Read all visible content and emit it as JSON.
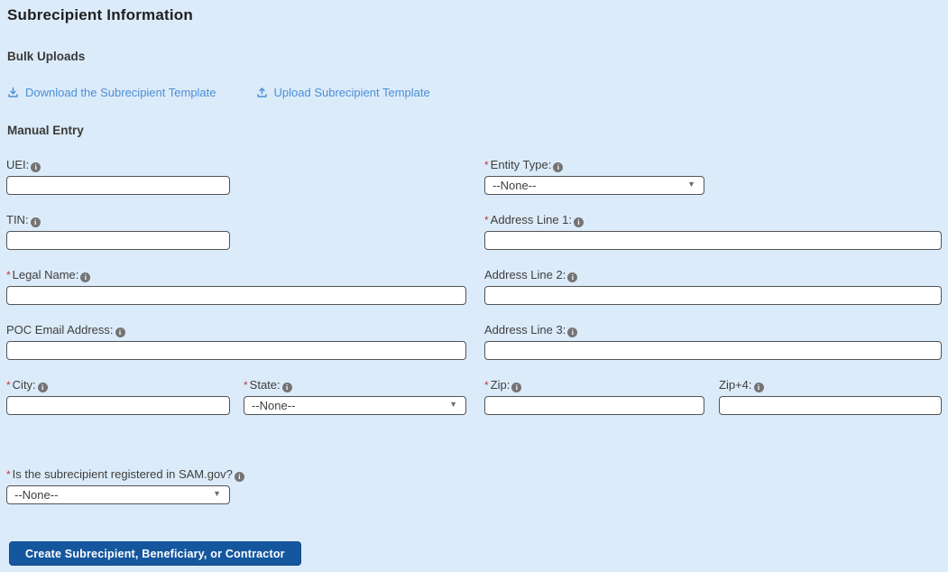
{
  "page": {
    "title": "Subrecipient Information",
    "background_color": "#dcebfa"
  },
  "bulk_uploads": {
    "heading": "Bulk Uploads",
    "links": [
      {
        "label": "Download the Subrecipient Template",
        "icon": "download-icon"
      },
      {
        "label": "Upload Subrecipient Template",
        "icon": "upload-icon"
      }
    ]
  },
  "manual_entry": {
    "heading": "Manual Entry",
    "fields": {
      "uei": {
        "label": "UEI:",
        "required": false,
        "type": "text",
        "value": ""
      },
      "entity_type": {
        "label": "Entity Type:",
        "required": true,
        "type": "select",
        "value": "--None--"
      },
      "tin": {
        "label": "TIN:",
        "required": false,
        "type": "text",
        "value": ""
      },
      "address1": {
        "label": "Address Line 1:",
        "required": true,
        "type": "text",
        "value": ""
      },
      "legal_name": {
        "label": "Legal Name:",
        "required": true,
        "type": "text",
        "value": ""
      },
      "address2": {
        "label": "Address Line 2:",
        "required": false,
        "type": "text",
        "value": ""
      },
      "poc_email": {
        "label": "POC Email Address:",
        "required": false,
        "type": "text",
        "value": ""
      },
      "address3": {
        "label": "Address Line 3:",
        "required": false,
        "type": "text",
        "value": ""
      },
      "city": {
        "label": "City:",
        "required": true,
        "type": "text",
        "value": ""
      },
      "state": {
        "label": "State:",
        "required": true,
        "type": "select",
        "value": "--None--"
      },
      "zip": {
        "label": "Zip:",
        "required": true,
        "type": "text",
        "value": ""
      },
      "zip4": {
        "label": "Zip+4:",
        "required": false,
        "type": "text",
        "value": ""
      },
      "sam_registered": {
        "label": "Is the subrecipient registered in SAM.gov?",
        "required": true,
        "type": "select",
        "value": "--None--"
      }
    }
  },
  "footer": {
    "create_button_label": "Create Subrecipient, Beneficiary, or Contractor"
  },
  "icons": {
    "info": {
      "name": "info-icon",
      "glyph": "i"
    },
    "dropdown": {
      "name": "chevron-down-icon",
      "glyph": "▼"
    },
    "download": {
      "name": "download-icon"
    },
    "upload": {
      "name": "upload-icon"
    }
  },
  "misc": {
    "required_marker": "*"
  },
  "colors": {
    "link_blue": "#4c8fd6",
    "button_blue": "#15579f",
    "required_red": "#c23934",
    "info_gray": "#747474"
  }
}
